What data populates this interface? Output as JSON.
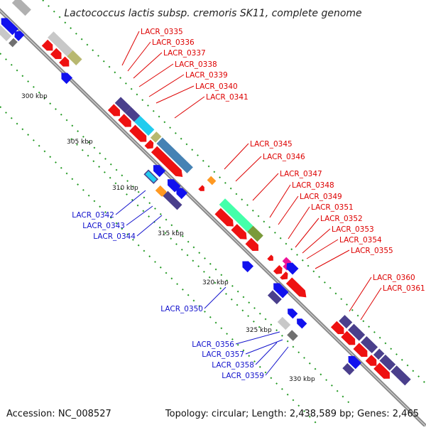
{
  "title": "Lactococcus lactis subsp. cremoris SK11, complete genome",
  "accession": "Accession: NC_008527",
  "topology": "Topology: circular; Length: 2,438,589 bp; Genes: 2,465",
  "colors": {
    "backbone": "#8a8a8a",
    "forward_gene": "#ee1111",
    "reverse_gene": "#1111ee",
    "forward_label": "#dd0000",
    "reverse_label": "#1111cc",
    "tick": "#229922",
    "cog_purple": "#4a3f8c",
    "cog_cyan": "#22ccee",
    "cog_steel": "#4682b4",
    "cog_olive": "#b8b870",
    "cog_light": "#c8c8c8",
    "cog_green": "#44ffaa",
    "cog_khaki": "#7a9a3a",
    "cog_orange": "#ff9922",
    "cog_magenta": "#ee1199"
  },
  "ticks": [
    "300 kbp",
    "305 kbp",
    "310 kbp",
    "315 kbp",
    "320 kbp",
    "325 kbp",
    "330 kbp"
  ],
  "forward_labels": [
    "LACR_0335",
    "LACR_0336",
    "LACR_0337",
    "LACR_0338",
    "LACR_0339",
    "LACR_0340",
    "LACR_0341",
    "LACR_0345",
    "LACR_0346",
    "LACR_0347",
    "LACR_0348",
    "LACR_0349",
    "LACR_0351",
    "LACR_0352",
    "LACR_0353",
    "LACR_0354",
    "LACR_0355",
    "LACR_0360",
    "LACR_0361"
  ],
  "reverse_labels": [
    "LACR_0342",
    "LACR_0343",
    "LACR_0344",
    "LACR_0350",
    "LACR_0356",
    "LACR_0357",
    "LACR_0358",
    "LACR_0359"
  ]
}
